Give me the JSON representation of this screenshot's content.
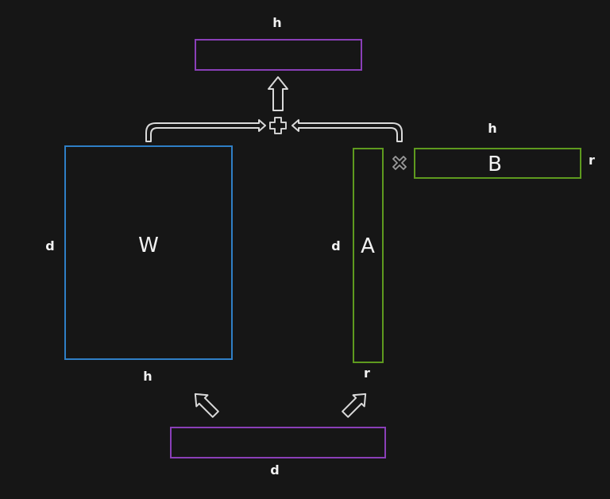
{
  "labels": {
    "h_top": "h",
    "w_matrix": "W",
    "w_rows": "d",
    "w_cols": "h",
    "a_matrix": "A",
    "a_rows": "d",
    "a_cols": "r",
    "b_matrix": "B",
    "b_rows": "r",
    "b_cols": "h",
    "input_dim": "d"
  },
  "icons": {
    "add": "plus-icon",
    "multiply": "multiply-icon",
    "arrows": [
      "arrow-up-icon",
      "arrow-up-left-icon",
      "arrow-up-right-icon",
      "arrow-right-icon",
      "arrow-left-icon"
    ]
  },
  "colors": {
    "background": "#161616",
    "purple": "#8a3fb8",
    "blue": "#2f7fc6",
    "green": "#5e9a1e",
    "arrow": "#d9d9d9",
    "text": "#f2f2f2"
  }
}
